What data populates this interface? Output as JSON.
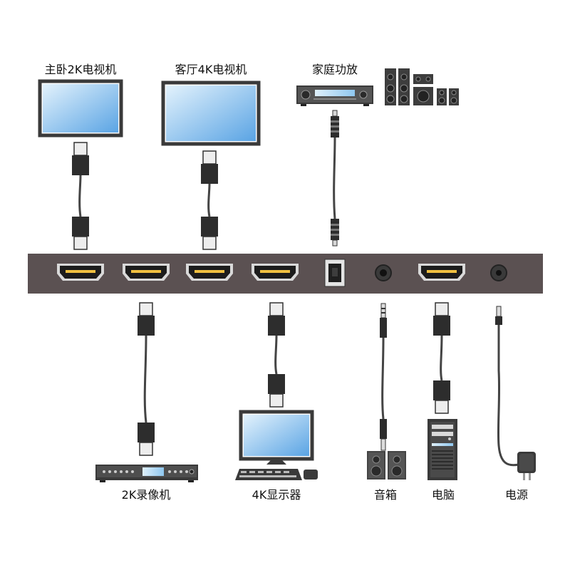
{
  "labels": {
    "master_tv": "主卧2K电视机",
    "living_tv": "客厅4K电视机",
    "amplifier": "家庭功放",
    "recorder": "2K录像机",
    "monitor": "4K显示器",
    "speakers": "音箱",
    "computer": "电脑",
    "power": "电源"
  },
  "colors": {
    "device_body": "#5b5152",
    "plug": "#2d2d2d",
    "metal": "#e9e9e9",
    "screen_light": "#d7ecfa",
    "screen_dark": "#62a9e6",
    "cable": "#444444",
    "text": "#111111"
  },
  "icons": {
    "hdmi_port": "hdmi-port-icon",
    "optical_port": "optical-port-icon",
    "audio_jack": "audio-jack-icon",
    "power_jack": "dc-power-jack-icon"
  }
}
